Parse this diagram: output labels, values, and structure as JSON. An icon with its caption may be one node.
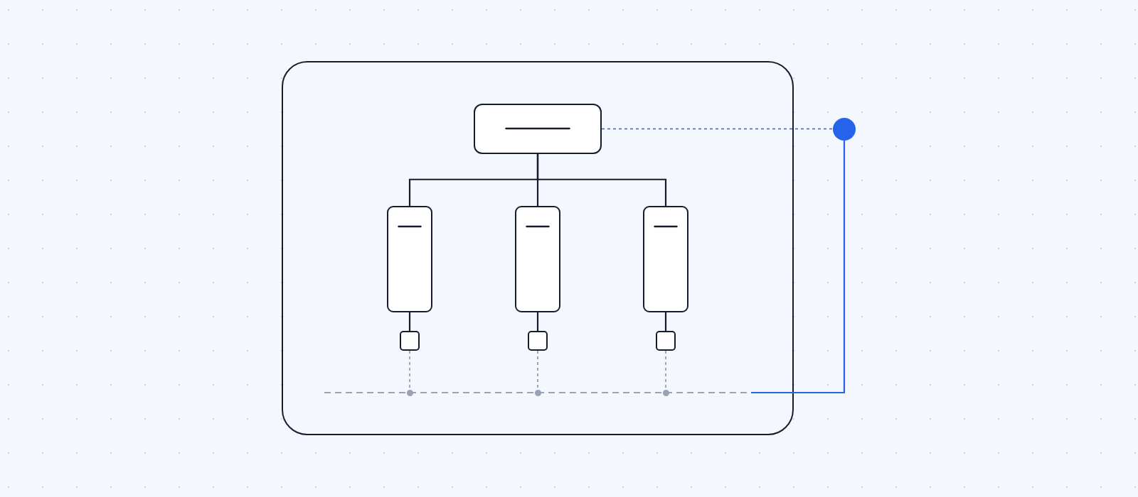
{
  "diagram": {
    "nodes": [
      {
        "text": [],
        "shape": "box"
      },
      {
        "text": [],
        "shape": "box",
        "in": 0
      },
      {
        "text": [],
        "shape": "box",
        "in": 0
      },
      {
        "text": [],
        "shape": "box",
        "in": 0
      },
      {
        "text": [],
        "shape": "box",
        "in": 0
      },
      {
        "text": [],
        "shape": "box",
        "in": 0
      },
      {
        "text": [],
        "shape": "box",
        "in": 0
      },
      {
        "text": [],
        "shape": "box",
        "in": 0
      },
      {
        "text": [],
        "shape": "circle",
        "in": 0
      },
      {
        "text": [],
        "shape": "circle",
        "in": 0
      },
      {
        "text": [],
        "shape": "circle",
        "in": 0
      },
      {
        "text": [],
        "shape": "circle"
      }
    ],
    "edges": [
      {
        "from": 1,
        "to": 2,
        "arrow": "none"
      },
      {
        "from": 1,
        "to": 3,
        "arrow": "none"
      },
      {
        "from": 1,
        "to": 4,
        "arrow": "none"
      },
      {
        "from": 2,
        "to": 5,
        "arrow": "none"
      },
      {
        "from": 3,
        "to": 6,
        "arrow": "none"
      },
      {
        "from": 4,
        "to": 7,
        "arrow": "none"
      },
      {
        "from": 5,
        "to": 8,
        "arrow": "none",
        "style": "dashed",
        "color": "#8b93a3"
      },
      {
        "from": 6,
        "to": 9,
        "arrow": "none",
        "style": "dashed",
        "color": "#8b93a3"
      },
      {
        "from": 7,
        "to": 10,
        "arrow": "none",
        "style": "dashed",
        "color": "#8b93a3"
      },
      {
        "from": 1,
        "to": 11,
        "arrow": "none",
        "style": "dashed",
        "color": "#2563eb"
      },
      {
        "from": null,
        "to": 11,
        "arrow": "none",
        "color": "#2563eb"
      }
    ]
  }
}
